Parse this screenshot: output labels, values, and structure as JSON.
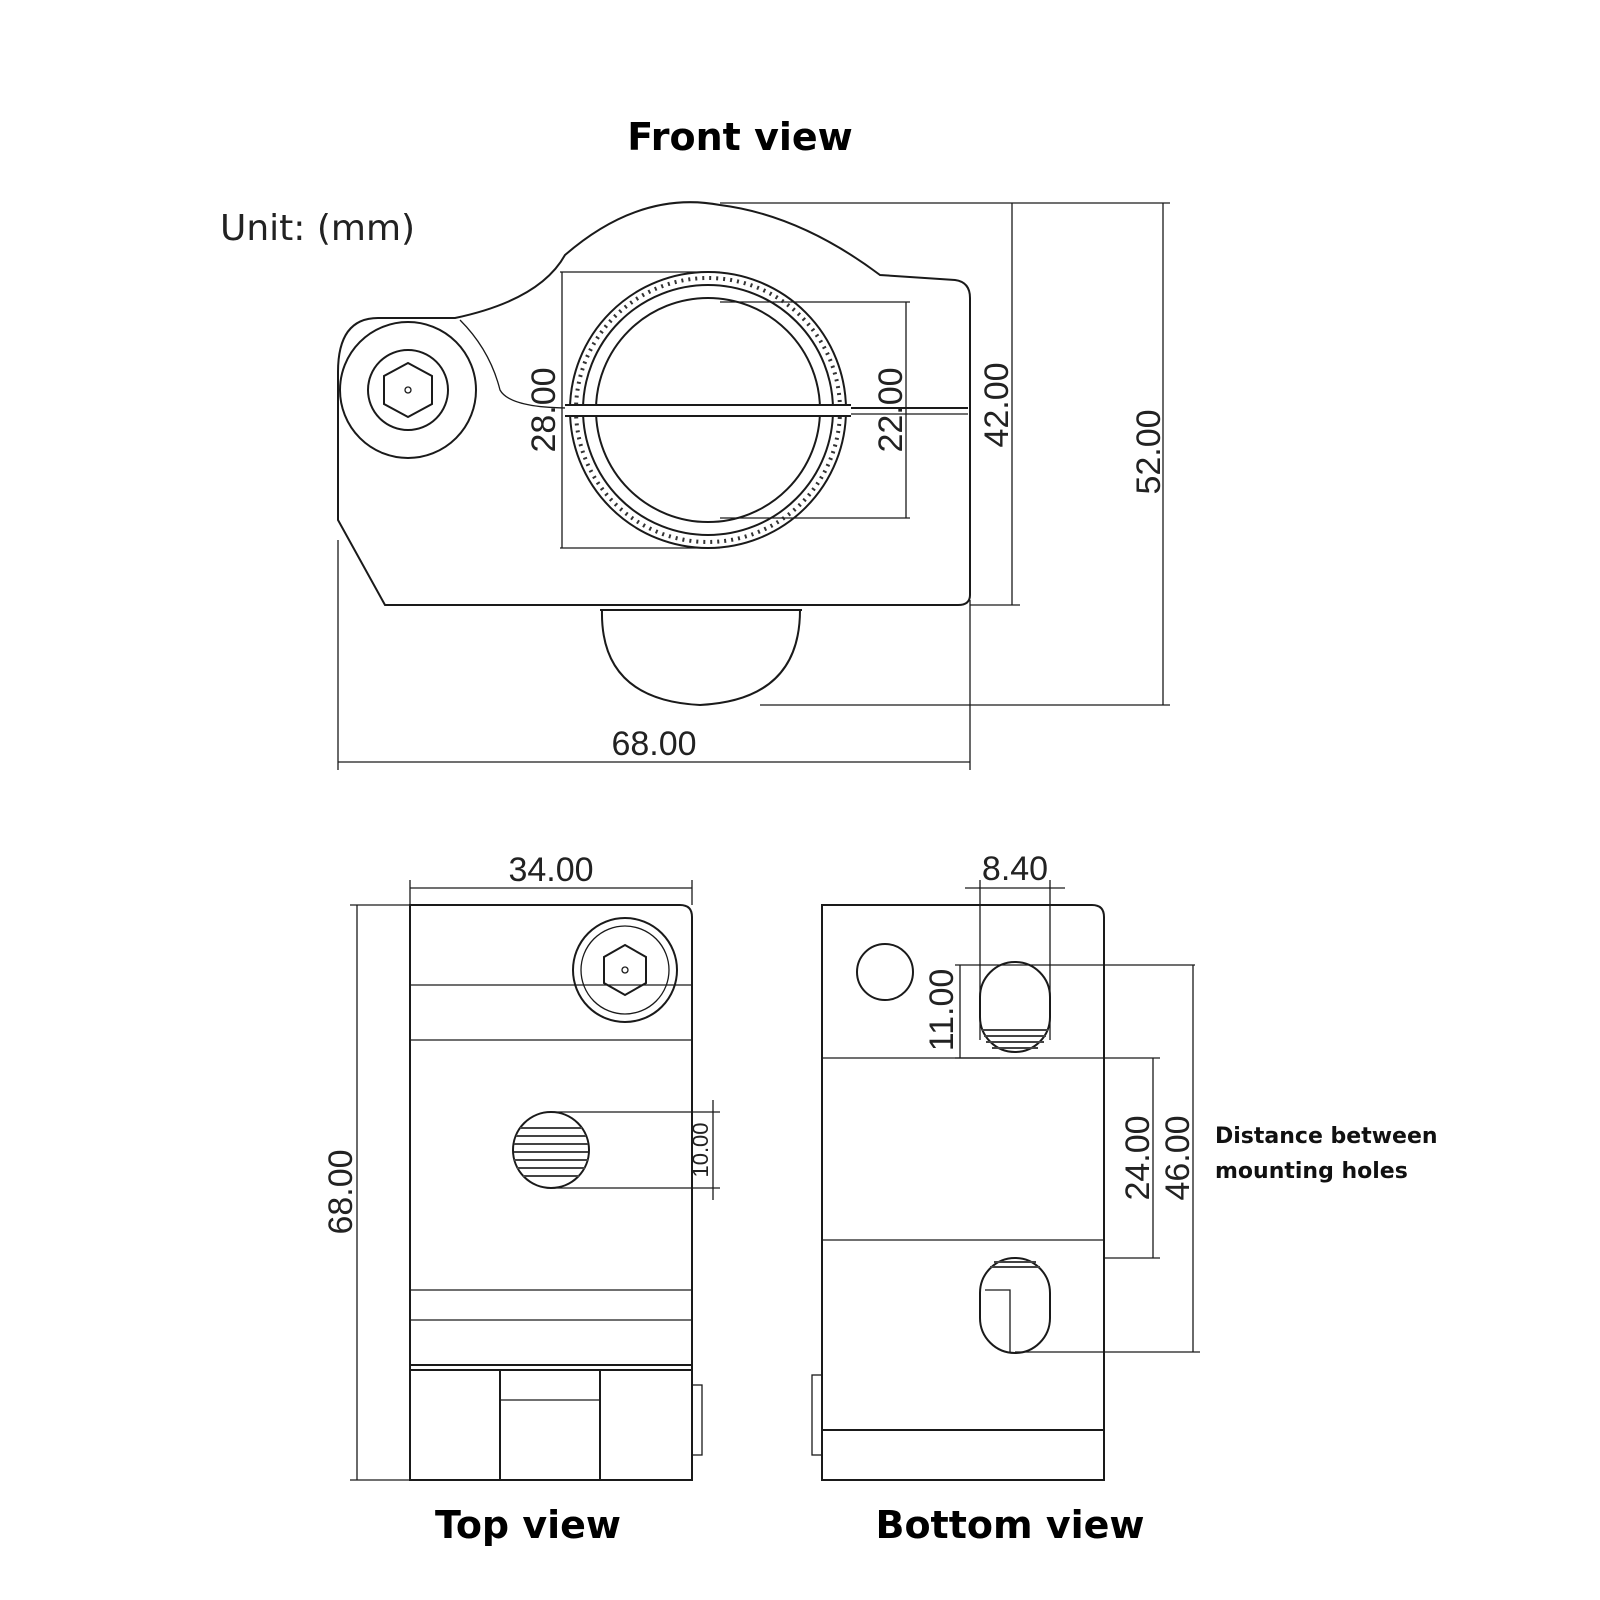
{
  "titles": {
    "front": "Front view",
    "top": "Top view",
    "bottom": "Bottom view"
  },
  "unit_label": "Unit: (mm)",
  "front_dims": {
    "width": "68.00",
    "bore_outer": "28.00",
    "bore_inner": "22.00",
    "body_height": "42.00",
    "total_height": "52.00"
  },
  "top_dims": {
    "width": "34.00",
    "length": "68.00",
    "hole": "10.00"
  },
  "bottom_dims": {
    "slot_width": "8.40",
    "slot_length": "11.00",
    "center_gap": "24.00",
    "hole_distance": "46.00"
  },
  "note": {
    "line1": "Distance between",
    "line2": "mounting holes"
  }
}
